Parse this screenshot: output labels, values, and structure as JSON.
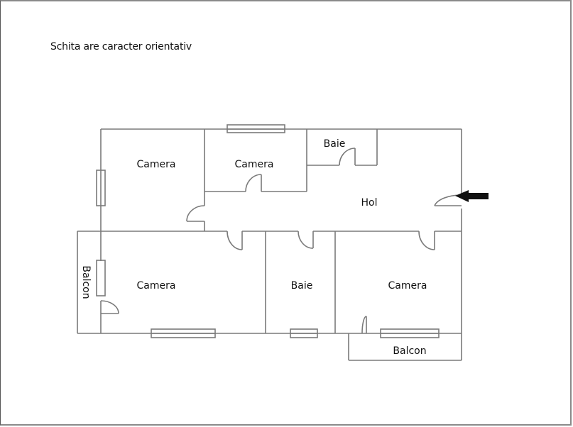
{
  "note": "Schita are caracter orientativ",
  "rooms": [
    {
      "id": "camera-1",
      "label": "Camera"
    },
    {
      "id": "camera-2",
      "label": "Camera"
    },
    {
      "id": "baie-1",
      "label": "Baie"
    },
    {
      "id": "hol",
      "label": "Hol"
    },
    {
      "id": "camera-3",
      "label": "Camera"
    },
    {
      "id": "baie-2",
      "label": "Baie"
    },
    {
      "id": "camera-4",
      "label": "Camera"
    },
    {
      "id": "balcon-1",
      "label": "Balcon"
    },
    {
      "id": "balcon-2",
      "label": "Balcon"
    }
  ],
  "entrance": {
    "icon": "arrow-left-icon",
    "color": "#111111"
  },
  "colors": {
    "wall": "#7a7a7a",
    "text": "#111111",
    "background": "#ffffff"
  }
}
